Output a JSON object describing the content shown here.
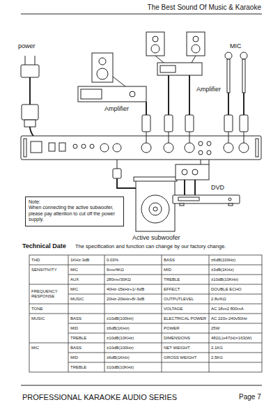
{
  "diagram": {
    "title": "The Best Sound Of Music & Karaoke",
    "nodes": [
      {
        "text": [
          "Note:",
          "When connecting the active subwoofer, please pay attention to cut off the power supply."
        ]
      }
    ],
    "labels": [
      "power",
      "Amplifier",
      "Amplifier",
      "MIC",
      "DVD",
      "Active subwoofer",
      "Technical Date",
      "The specification and function can change by our factory change.",
      "PROFESSIONAL KARAOKE AUDIO SERIES",
      "Page 7",
      "THD",
      "1KHz-3dB",
      "0.03%",
      "BASS",
      "±6dB(100Hz)",
      "SENSITIVITY",
      "MIC",
      "6mv/4KΩ",
      "MID",
      "±3dB(1KHz)",
      "AUX",
      "280mv/30KΩ",
      "TREBLE",
      "±10dB(10KHz)",
      "FREQUENCY RESPONSE",
      "MIC",
      "40Hz-15kHz+1/-6dB",
      "EFFECT",
      "DOUBLE ECHO",
      "MUSIC",
      "20Hz-20kHz+8/-3dB",
      "OUTPUTLEVEL",
      "2.8v/KΩ",
      "TONE",
      "VOLTAGE",
      "AC 18vx2 800mA",
      "MUSIC",
      "BASS",
      "±10dB(100Hz)",
      "ELECTRICAL POWER",
      "AC 220v-240v50Hz",
      "MID",
      "±6dB(1KHz)",
      "POWER",
      "25W",
      "TREBLE",
      "±10dB(10KHz)",
      "DIMENSIONS",
      "482(L)x47(H)×163(W)",
      "MIC",
      "BASS",
      "±10dB(100Hz)",
      "NET WEIGHT",
      "2.1KG",
      "MID",
      "±6dB(1KHz)",
      "GROSS WEIGHT",
      "2.5KG",
      "TREBLE",
      "±10dB(10KHz)"
    ]
  }
}
